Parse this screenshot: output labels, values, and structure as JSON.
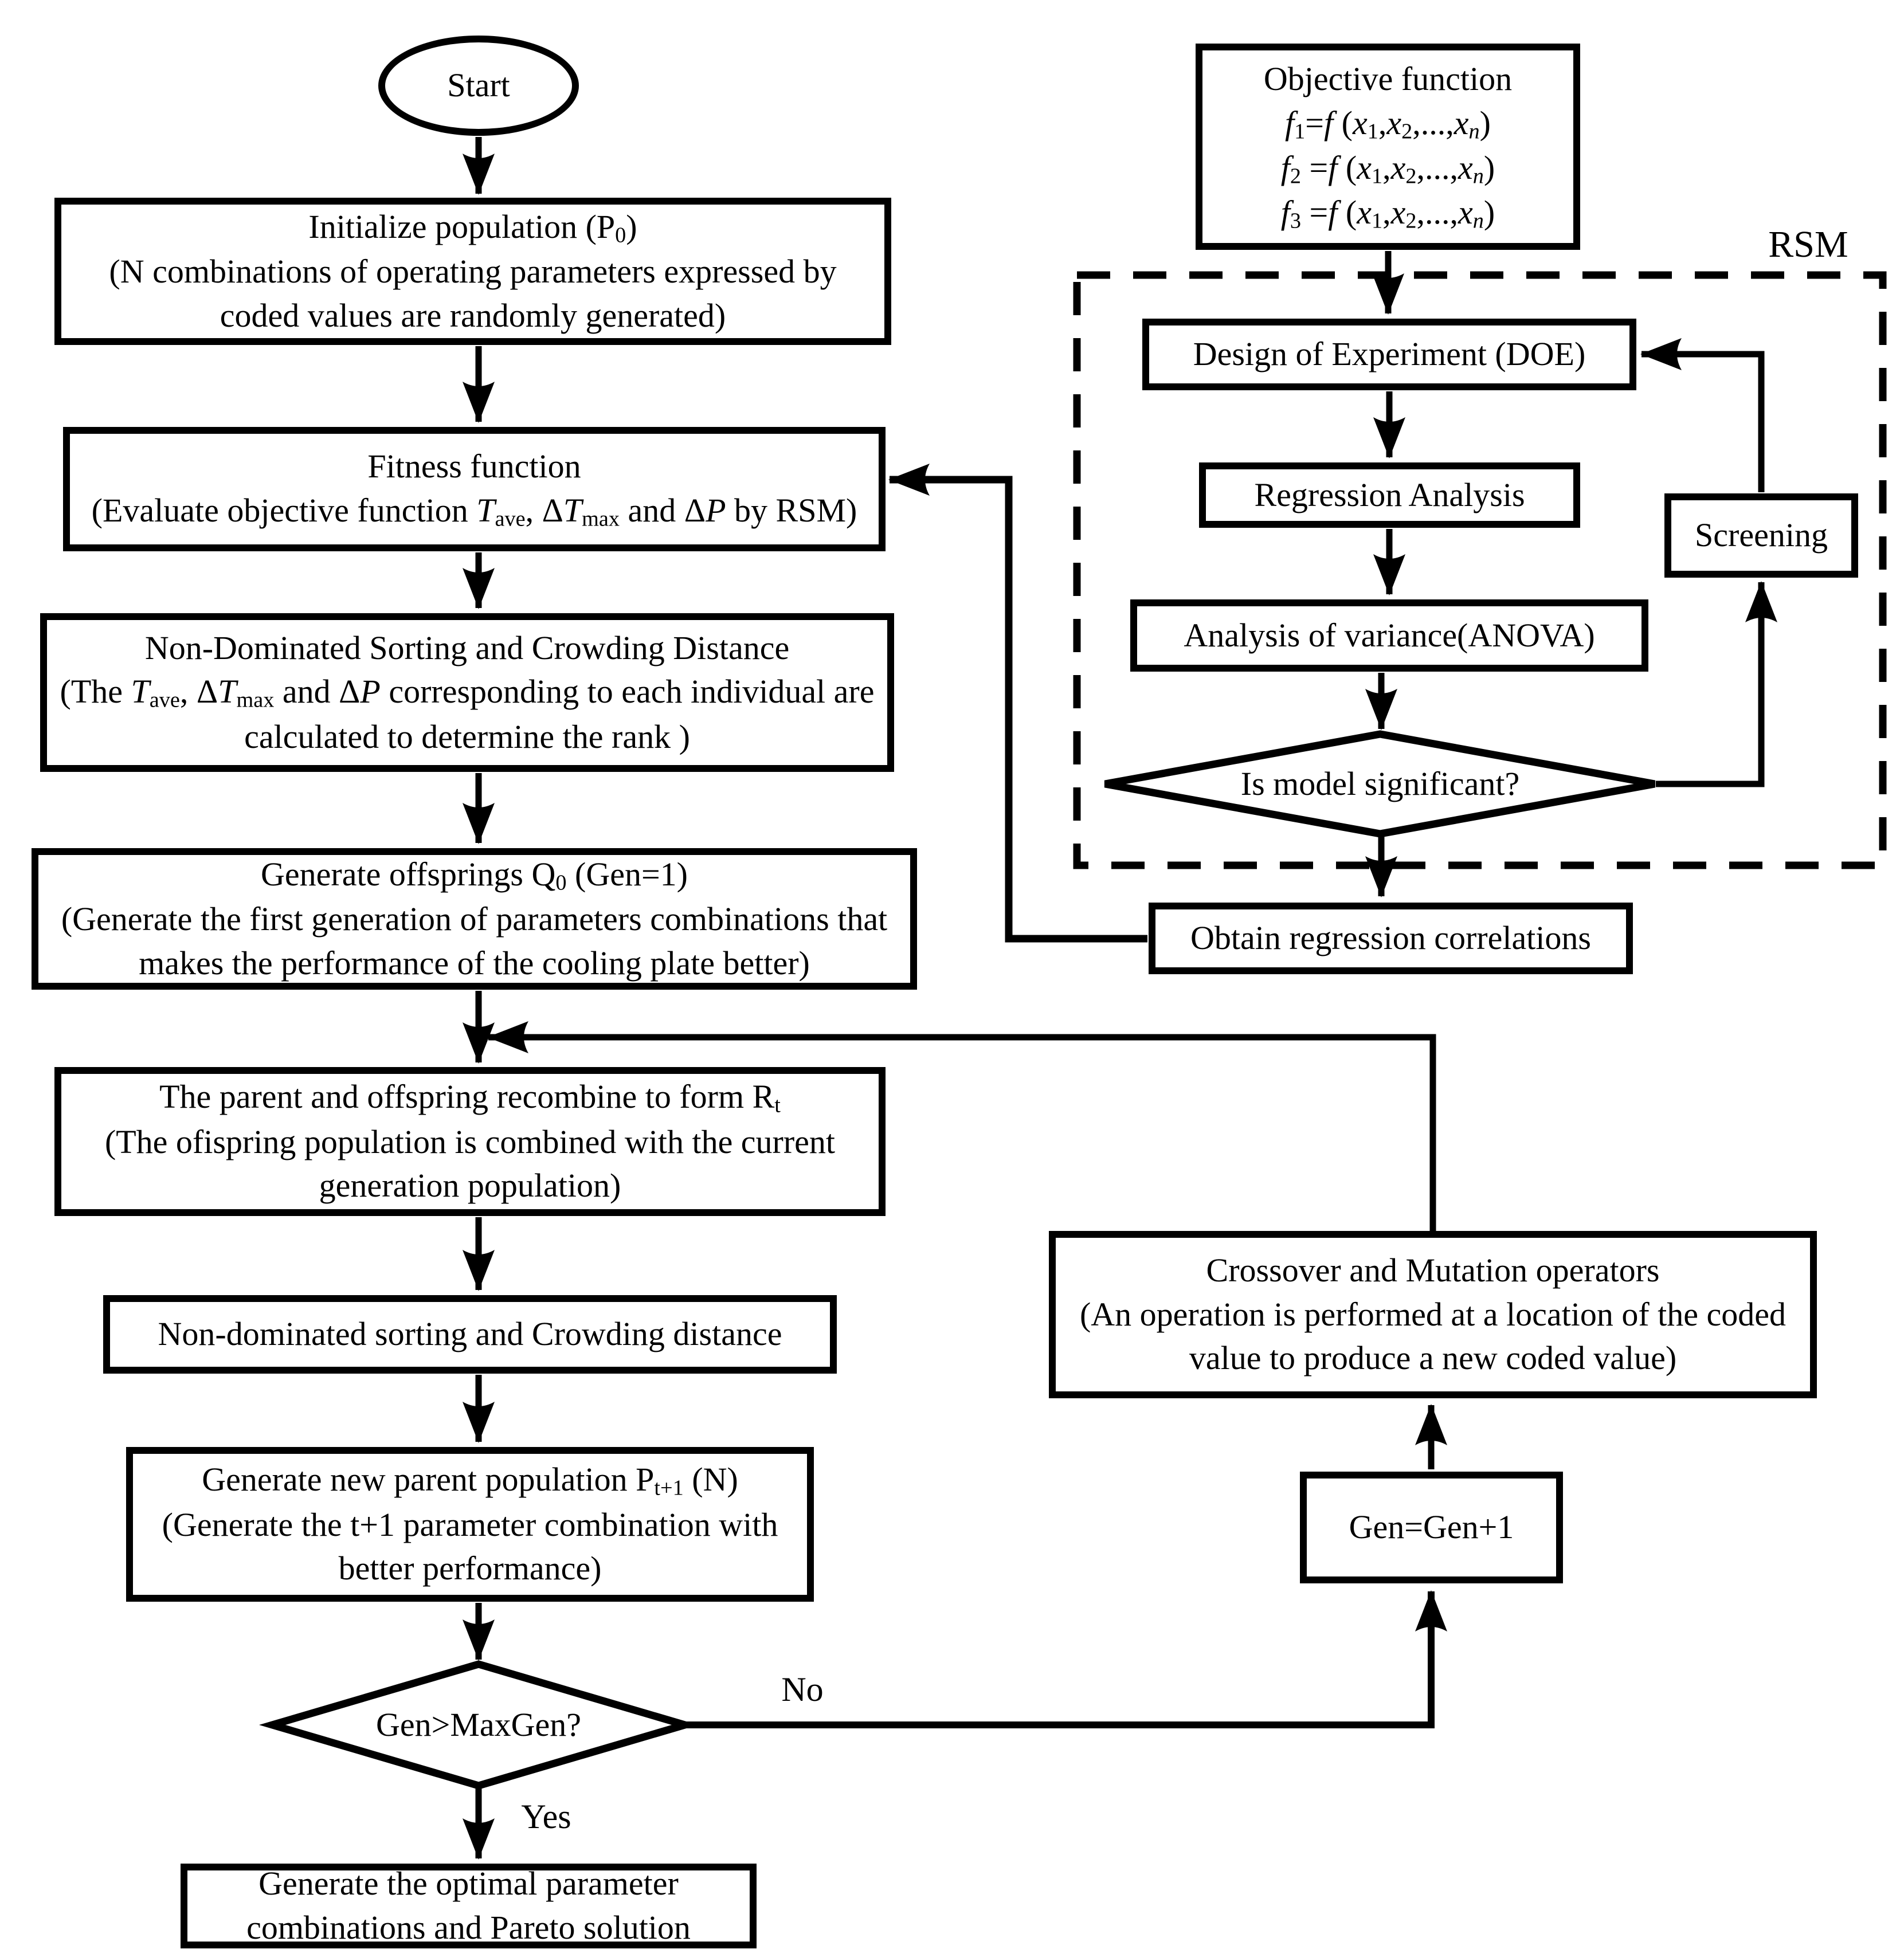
{
  "nodes": {
    "start": {
      "label": "Start"
    },
    "init": {
      "title": [
        {
          "t": "Initialize population (P"
        },
        {
          "t": "0",
          "s": "sub"
        },
        {
          "t": ")"
        }
      ],
      "desc": "(N combinations of operating parameters expressed by coded values are randomly generated)"
    },
    "fitness": {
      "title": "Fitness function",
      "desc": [
        {
          "t": "(Evaluate objective function "
        },
        {
          "t": "T",
          "s": "i"
        },
        {
          "t": "ave",
          "s": "sub"
        },
        {
          "t": ", Δ"
        },
        {
          "t": "T",
          "s": "i"
        },
        {
          "t": "max",
          "s": "sub"
        },
        {
          "t": " and Δ"
        },
        {
          "t": "P",
          "s": "i"
        },
        {
          "t": " by RSM)"
        }
      ]
    },
    "nds1": {
      "title": "Non-Dominated Sorting and Crowding Distance",
      "desc": [
        {
          "t": "(The "
        },
        {
          "t": "T",
          "s": "i"
        },
        {
          "t": "ave",
          "s": "sub"
        },
        {
          "t": ", Δ"
        },
        {
          "t": "T",
          "s": "i"
        },
        {
          "t": "max",
          "s": "sub"
        },
        {
          "t": " and Δ"
        },
        {
          "t": "P",
          "s": "i"
        },
        {
          "t": " corresponding to each individual are calculated to determine the rank )"
        }
      ]
    },
    "offsprings": {
      "title": [
        {
          "t": "Generate offsprings Q"
        },
        {
          "t": "0",
          "s": "sub"
        },
        {
          "t": " (Gen=1)"
        }
      ],
      "desc": "(Generate the first generation of parameters combinations that makes the performance of the cooling plate better)"
    },
    "recombine": {
      "title": [
        {
          "t": "The parent and offspring recombine to form R"
        },
        {
          "t": "t",
          "s": "sub"
        }
      ],
      "desc": "(The ofispring population is combined with the current generation population)"
    },
    "nds2": {
      "title": "Non-dominated sorting and Crowding distance"
    },
    "newparent": {
      "title": [
        {
          "t": "Generate new parent population P"
        },
        {
          "t": "t+1",
          "s": "sub"
        },
        {
          "t": " (N)"
        }
      ],
      "desc": "(Generate the t+1 parameter combination with better performance)"
    },
    "decision_maxgen": {
      "label": "Gen>MaxGen?"
    },
    "final": {
      "title": "Generate the optimal parameter combinations and Pareto solution"
    },
    "objective": {
      "title": "Objective function",
      "lines": [
        [
          {
            "t": "f",
            "s": "i"
          },
          {
            "t": "1",
            "s": "sub"
          },
          {
            "t": "="
          },
          {
            "t": "f",
            "s": "i"
          },
          {
            "t": " ("
          },
          {
            "t": "x",
            "s": "i"
          },
          {
            "t": "1",
            "s": "sub"
          },
          {
            "t": ","
          },
          {
            "t": "x",
            "s": "i"
          },
          {
            "t": "2",
            "s": "sub"
          },
          {
            "t": ",...,"
          },
          {
            "t": "x",
            "s": "i"
          },
          {
            "t": "n",
            "s": "isub"
          },
          {
            "t": ")"
          }
        ],
        [
          {
            "t": "f",
            "s": "i"
          },
          {
            "t": "2",
            "s": "sub"
          },
          {
            "t": " ="
          },
          {
            "t": "f",
            "s": "i"
          },
          {
            "t": " ("
          },
          {
            "t": "x",
            "s": "i"
          },
          {
            "t": "1",
            "s": "sub"
          },
          {
            "t": ","
          },
          {
            "t": "x",
            "s": "i"
          },
          {
            "t": "2",
            "s": "sub"
          },
          {
            "t": ",...,"
          },
          {
            "t": "x",
            "s": "i"
          },
          {
            "t": "n",
            "s": "isub"
          },
          {
            "t": ")"
          }
        ],
        [
          {
            "t": "f",
            "s": "i"
          },
          {
            "t": "3",
            "s": "sub"
          },
          {
            "t": " ="
          },
          {
            "t": "f",
            "s": "i"
          },
          {
            "t": " ("
          },
          {
            "t": "x",
            "s": "i"
          },
          {
            "t": "1",
            "s": "sub"
          },
          {
            "t": ","
          },
          {
            "t": "x",
            "s": "i"
          },
          {
            "t": "2",
            "s": "sub"
          },
          {
            "t": ",...,"
          },
          {
            "t": "x",
            "s": "i"
          },
          {
            "t": "n",
            "s": "isub"
          },
          {
            "t": ")"
          }
        ]
      ]
    },
    "doe": {
      "label": "Design of Experiment (DOE)"
    },
    "regression": {
      "label": "Regression Analysis"
    },
    "anova": {
      "label": "Analysis of variance(ANOVA)"
    },
    "decision_significant": {
      "label": "Is model significant?"
    },
    "screening": {
      "label": "Screening"
    },
    "obtain": {
      "label": "Obtain regression correlations"
    },
    "crossover": {
      "title": "Crossover and Mutation operators",
      "desc": "(An operation is performed at a location of the coded value to produce a new coded value)"
    },
    "gen_increment": {
      "label": "Gen=Gen+1"
    }
  },
  "edge_labels": {
    "yes": "Yes",
    "no": "No",
    "rsm": "RSM"
  },
  "colors": {
    "line": "#000000",
    "background": "#ffffff"
  }
}
